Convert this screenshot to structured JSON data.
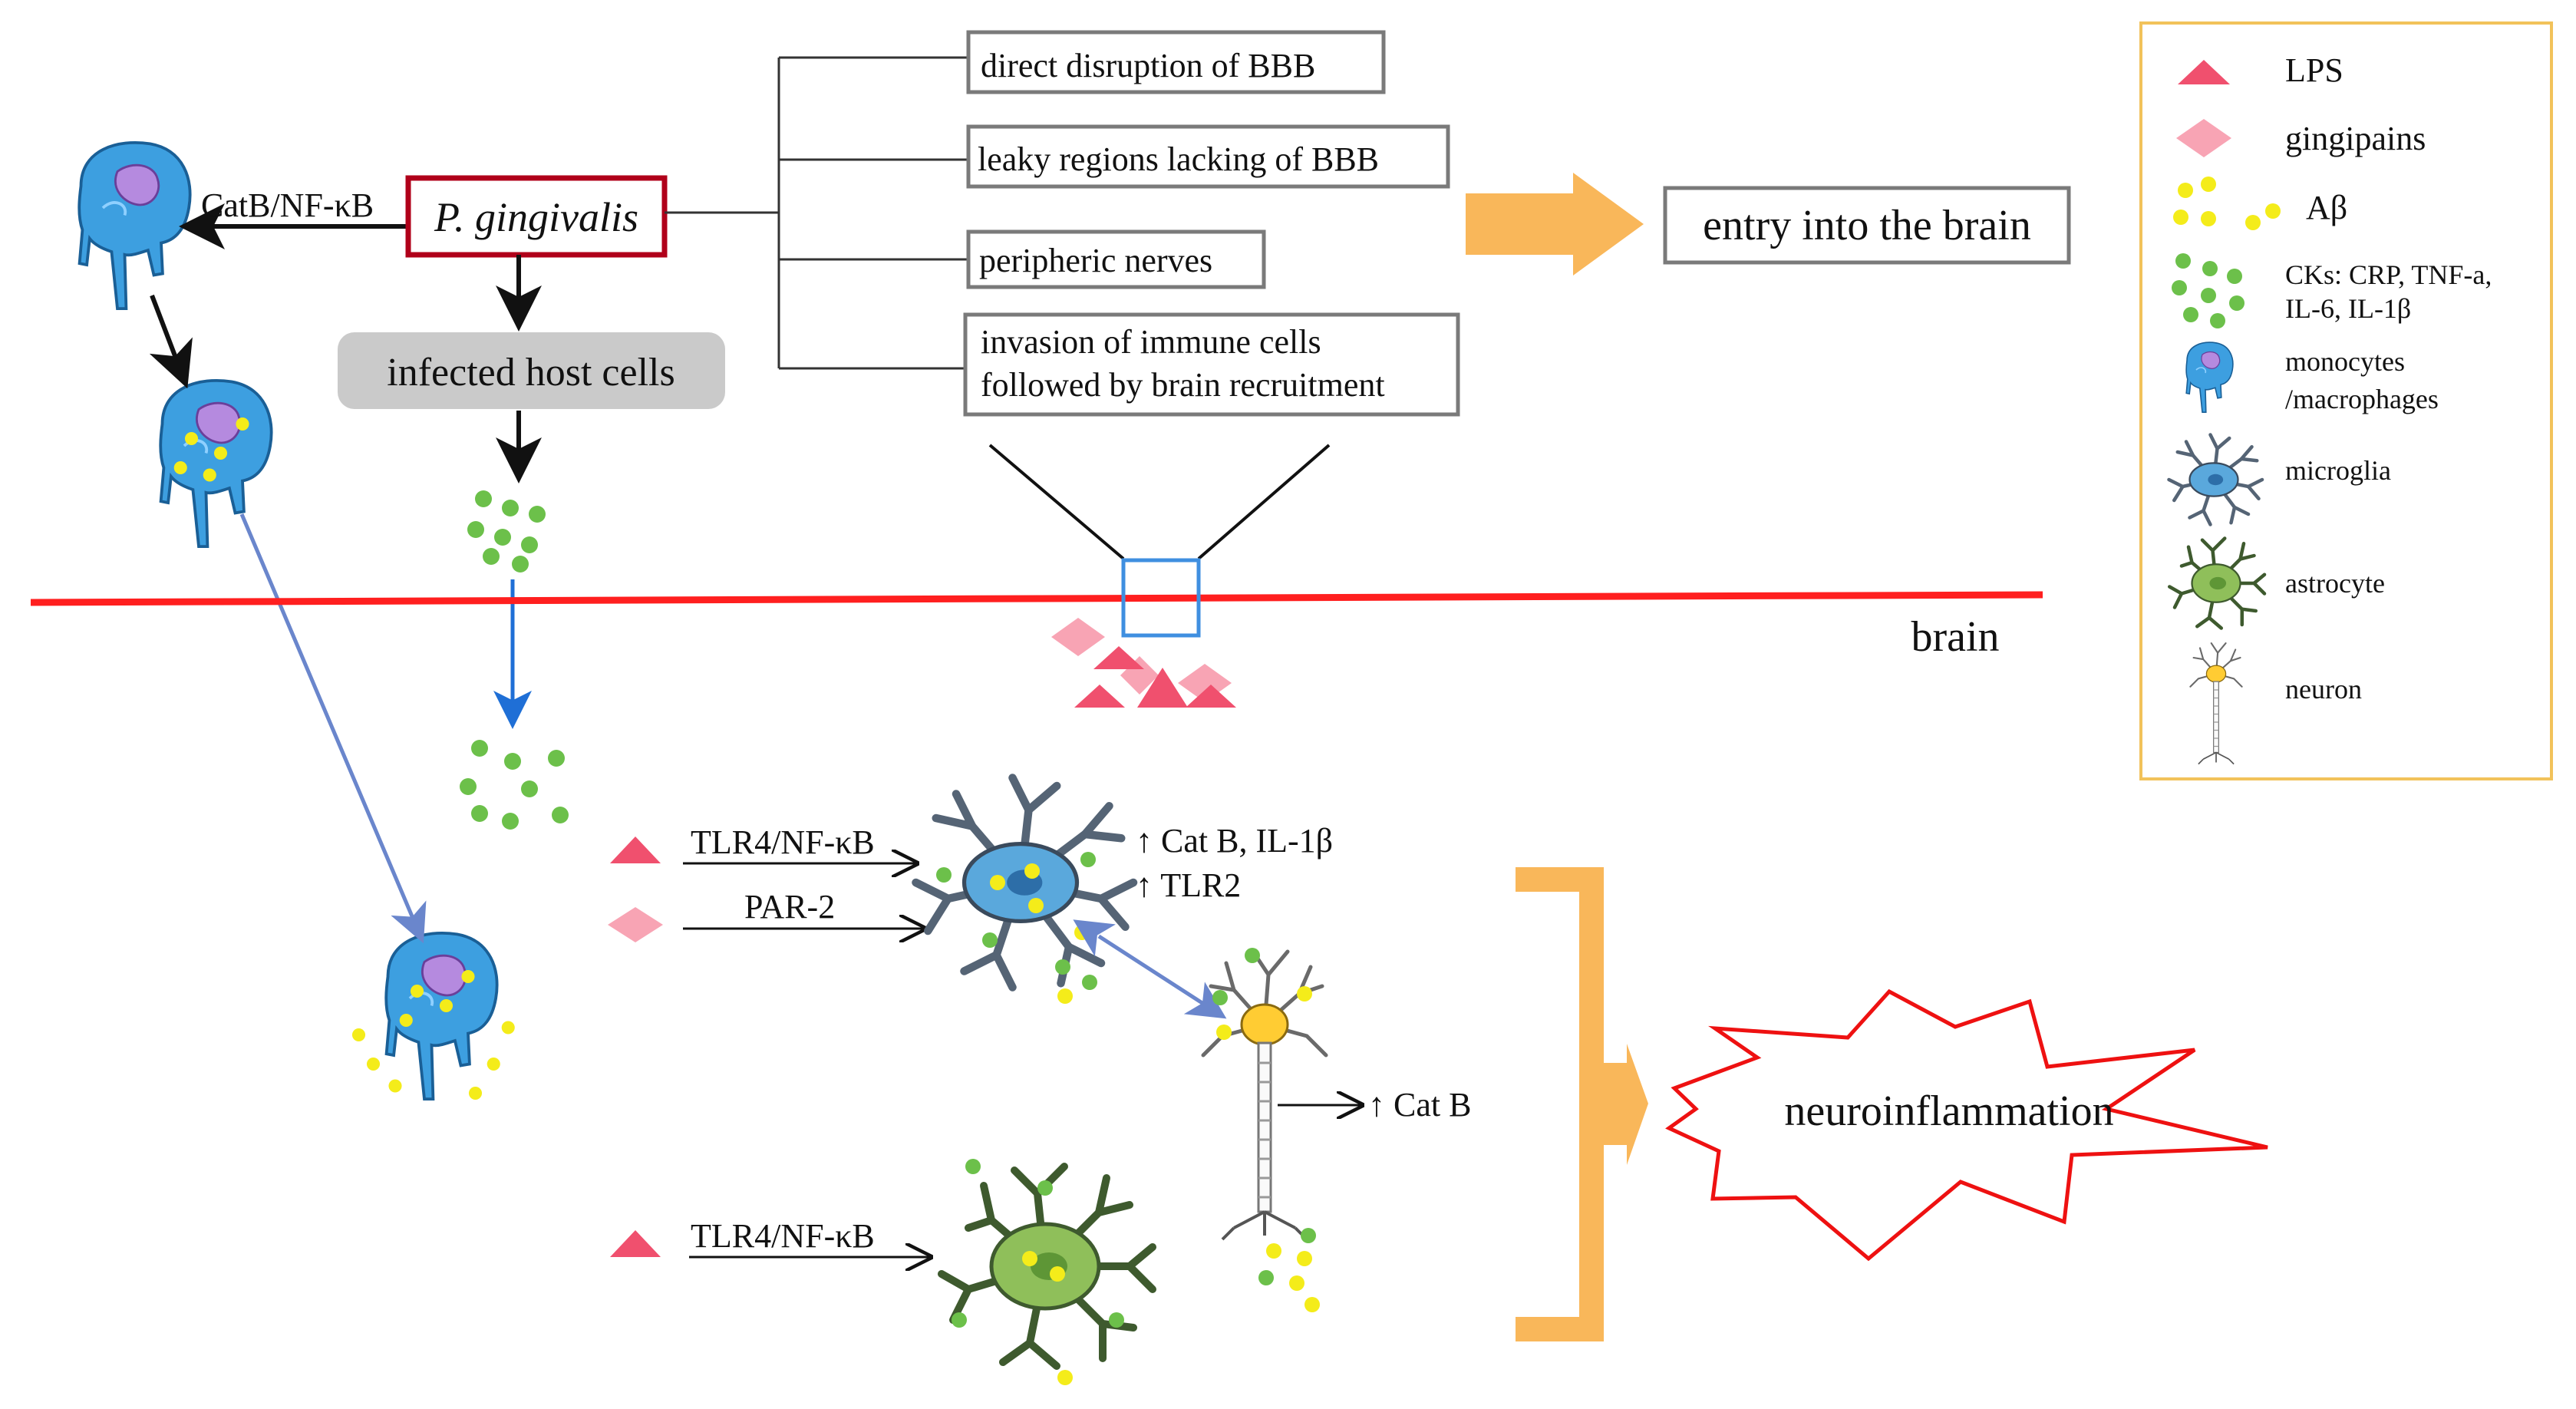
{
  "pathogen": {
    "label": "P. gingivalis"
  },
  "routes": {
    "items": [
      {
        "label": "direct disruption of BBB"
      },
      {
        "label": "leaky regions lacking of BBB"
      },
      {
        "label": "peripheric nerves"
      },
      {
        "label": "invasion of immune cells",
        "label2": "followed by brain recruitment"
      }
    ],
    "result": "entry into the brain"
  },
  "pathways": {
    "catb_nfkb": "CatB/NF-κB",
    "host_cells": "infected host cells",
    "tlr4_microglia": "TLR4/NF-κB",
    "par2": "PAR-2",
    "tlr4_astrocyte": "TLR4/NF-κB",
    "microglia_effects": [
      "↑ Cat B, IL-1β",
      "↑ TLR2"
    ],
    "neuron_effect": "↑ Cat B",
    "outcome": "neuroinflammation"
  },
  "brain_label": "brain",
  "legend": {
    "items": [
      {
        "icon": "lps-triangle-icon",
        "label": "LPS"
      },
      {
        "icon": "gingipain-diamond-icon",
        "label": "gingipains"
      },
      {
        "icon": "abeta-dots-icon",
        "label": "Aβ"
      },
      {
        "icon": "cytokine-dots-icon",
        "label": "CKs: CRP, TNF-a,",
        "label2": "IL-6, IL-1β"
      },
      {
        "icon": "monocyte-icon",
        "label": "monocytes",
        "label2": "/macrophages"
      },
      {
        "icon": "microglia-icon",
        "label": "microglia"
      },
      {
        "icon": "astrocyte-icon",
        "label": "astrocyte"
      },
      {
        "icon": "neuron-icon",
        "label": "neuron"
      }
    ]
  },
  "colors": {
    "brain_barrier": "#ff1f1f",
    "pathogen_border": "#b0001a",
    "route_arrow": "#f9b75a",
    "lps": "#f0506e",
    "gingipain": "#f8a4b4",
    "abeta": "#f4ec1a",
    "cytokine": "#6cc04a",
    "monocyte": "#3d9fe0",
    "microglia": "#5aa8dc",
    "astrocyte": "#8fbf5a",
    "legend_border": "#f2c25a",
    "starburst": "#ee1111",
    "bbb_zoom_box": "#3f8fe0"
  }
}
